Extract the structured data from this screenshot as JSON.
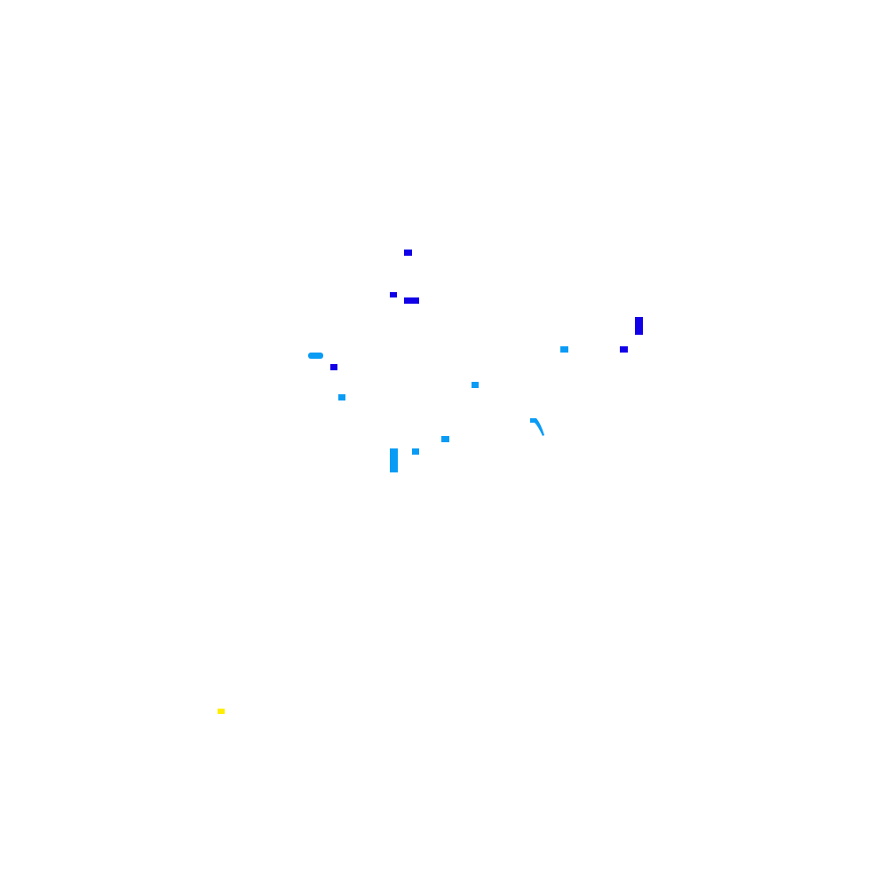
{
  "colors": {
    "background": "#ffffff",
    "dark_blue": "#1100e8",
    "light_blue": "#0a9cf5",
    "yellow": "#ffee00"
  },
  "marks": [
    {
      "id": "m-d1",
      "color_key": "dark_blue"
    },
    {
      "id": "m-d2",
      "color_key": "dark_blue"
    },
    {
      "id": "m-d3",
      "color_key": "dark_blue"
    },
    {
      "id": "m-d4",
      "color_key": "dark_blue"
    },
    {
      "id": "m-d5",
      "color_key": "dark_blue"
    },
    {
      "id": "m-d6",
      "color_key": "dark_blue"
    },
    {
      "id": "m-l1",
      "color_key": "light_blue"
    },
    {
      "id": "m-l2",
      "color_key": "light_blue"
    },
    {
      "id": "m-l3",
      "color_key": "light_blue"
    },
    {
      "id": "m-l4",
      "color_key": "light_blue"
    },
    {
      "id": "m-l5",
      "color_key": "light_blue"
    },
    {
      "id": "m-l6",
      "color_key": "light_blue"
    },
    {
      "id": "m-l7",
      "color_key": "light_blue"
    },
    {
      "id": "m-y1",
      "color_key": "yellow"
    }
  ],
  "arc_mark": {
    "color_key": "light_blue"
  }
}
